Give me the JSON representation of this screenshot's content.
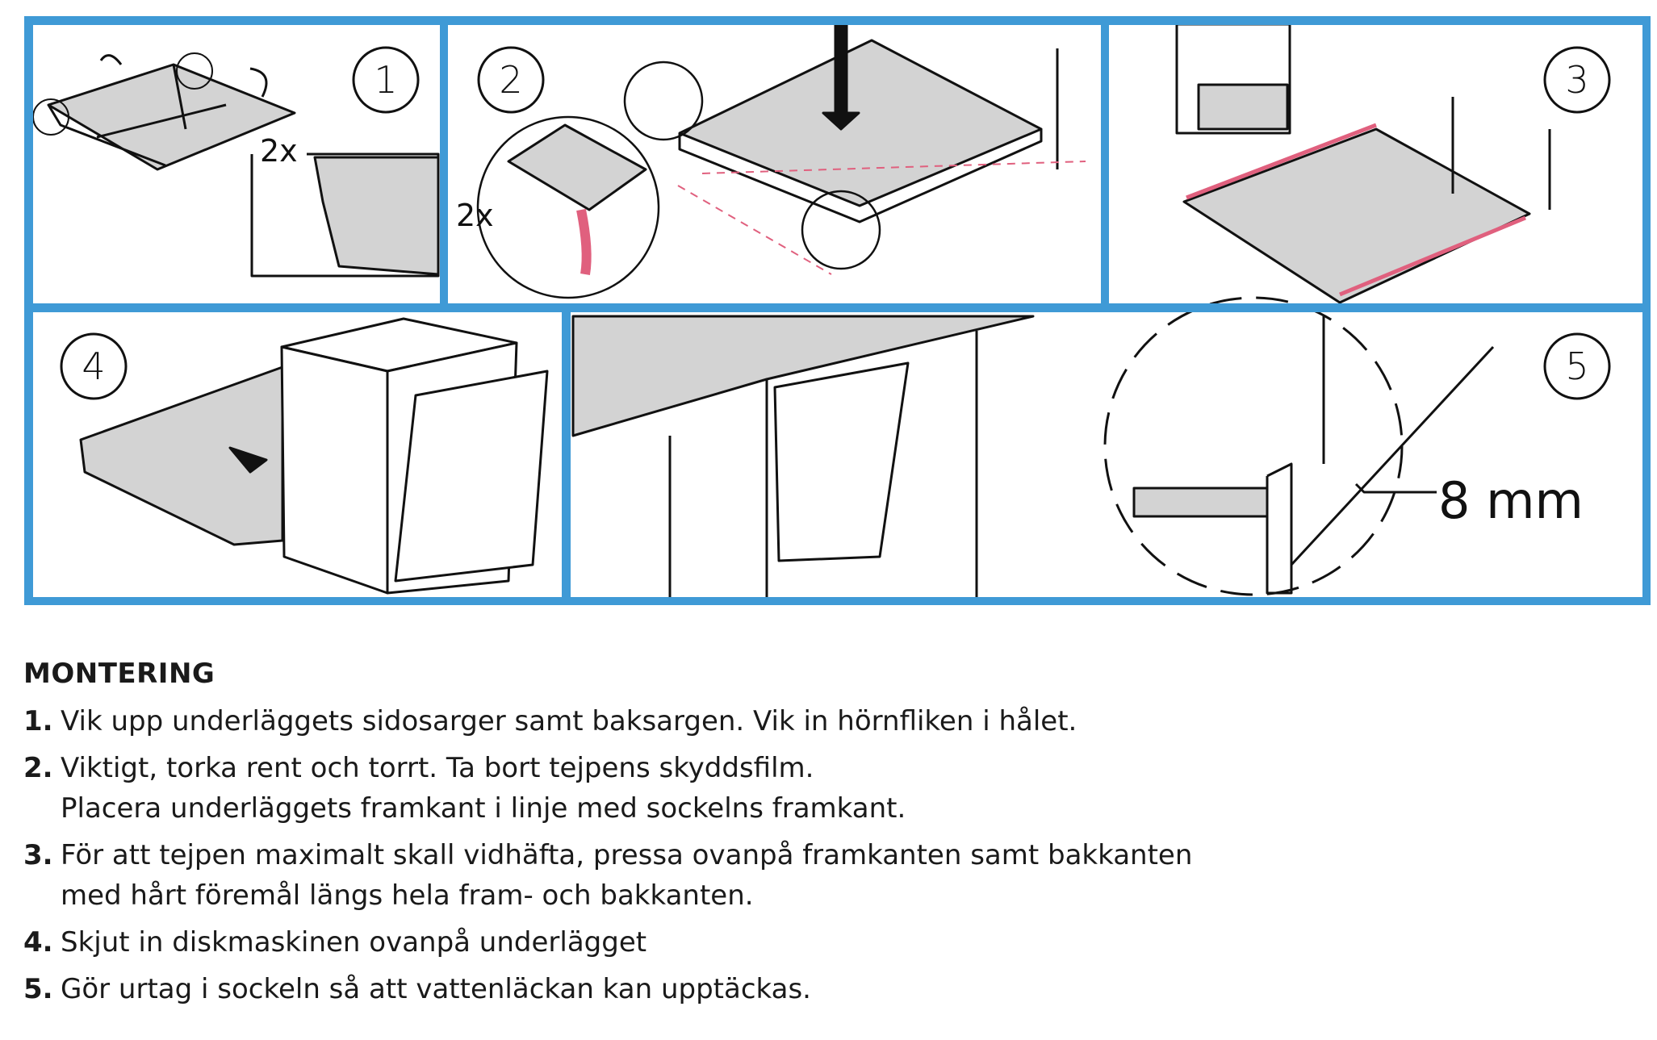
{
  "panels": [
    {
      "number": "1",
      "label": "2x"
    },
    {
      "number": "2",
      "label": "2x"
    },
    {
      "number": "3"
    },
    {
      "number": "4"
    },
    {
      "number": "5",
      "label": "8 mm"
    }
  ],
  "colors": {
    "frame": "#3f9ad6",
    "tape": "#e0607e",
    "fill": "#d3d3d3"
  },
  "instructions": {
    "title": "MONTERING",
    "steps": [
      {
        "n": "1.",
        "lines": [
          "Vik upp underläggets sidosarger samt baksargen. Vik in hörnfliken i hålet."
        ]
      },
      {
        "n": "2.",
        "lines": [
          "Viktigt, torka rent och torrt. Ta bort tejpens skyddsfilm.",
          "Placera underläggets framkant i linje med sockelns framkant."
        ]
      },
      {
        "n": "3.",
        "lines": [
          "För att tejpen maximalt skall vidhäfta, pressa ovanpå framkanten samt bakkanten",
          "med hårt föremål längs hela fram- och bakkanten."
        ]
      },
      {
        "n": "4.",
        "lines": [
          "Skjut in diskmaskinen ovanpå underlägget"
        ]
      },
      {
        "n": "5.",
        "lines": [
          "Gör urtag i sockeln så att vattenläckan kan upptäckas."
        ]
      }
    ]
  }
}
